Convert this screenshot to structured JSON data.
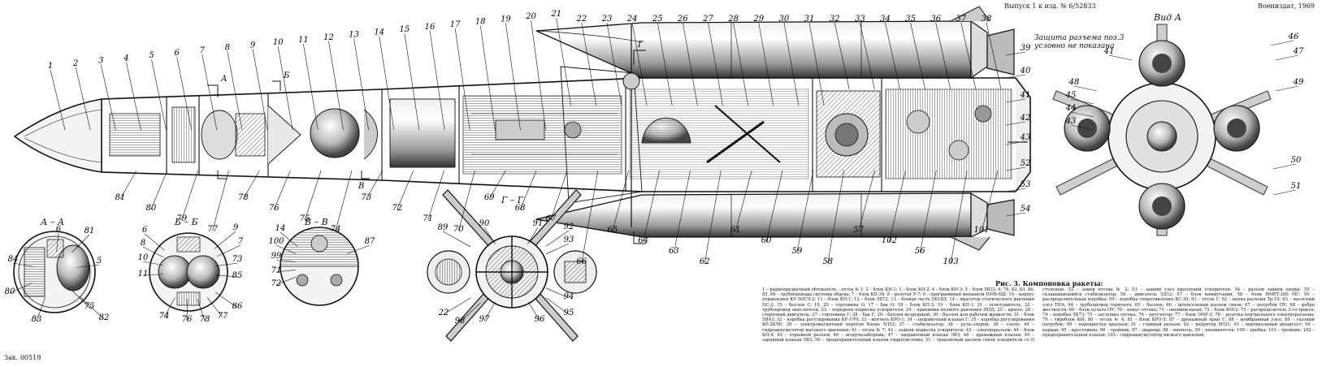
{
  "header": {
    "left": "Выпуск 1 к изд. № 6/52833",
    "right": "Воениздат, 1969"
  },
  "views": {
    "view_a": "Вид А",
    "section_aa": "А – А",
    "section_bb": "Б – Б",
    "section_vv": "В – В",
    "section_gg": "Г – Г"
  },
  "section_marks": [
    "А",
    "Б",
    "В",
    "Г"
  ],
  "note_lines": [
    "Защита разъема поз.3",
    "условно не показана"
  ],
  "caption": {
    "title": "Рис. 3. Компоновка ракеты:",
    "legend": "1 – радиопрозрачный обтекатель – отсек № 1; 2 – блок КН-1; 3 – блок КН-2; 4 – блок КН-3; 5 – блок 5В32; 6, 76, 82, 83, 84, 85, 86 – трубопроводы системы обдува; 7 – блок КП-34; 8 – реостат Р-7; 9 – программный механизм ПМБ-6Ш; 10 – корпус управления КУ-5ОСЧ-2; 11 – блок КН-1; 12 – блок 5Б72; 13 – боевая часть 5Б18Д; 14 – прасетор статического давления ПС-2; 15 – баллон С; 16, 20 – горловина О; 17 – бак О; 18 – блок КП-2; 19 – блок КП-1; 21 – огнетушитель; 22 – трубопровод окислителя; 23 – передняя подвеска ускорителя; 24 – приемник полного давления ППД; 25 – крыло; 26 – стартовый двигатель; 27 – горловина Г; 28 – бак Г; 29 – баллон воздушный; 30 – баллон для рабочей жидкости; 31 – блок 5Н43; 32 – коробка регулирования КР-1ЧЧ; 33 – вентиль КРО-1; 34 – заправочный клапан Г; 35 – коробка регулирования КР-2КЧЕ; 36 – электромагнитный перегон блока 5П53; 37 – стабилизатор; 38 – руль-элерон; 39 – сопло; 40 – гидроаккумулятор высокого давления; 41 – отсек № 7; 42 – задняя подвеска ускорителя; 43 – электроразъем; 44 – блок КП-4; 45 – отрывной разъем; 46 – воздухозаборник; 47 – заправочный клапан ЭВЗ; 48 – дренажный клапан; 49 – зарядный клапан 5ВЗ; 50 – предохранительный клапан гидросистемы; 51 – транзитный разъем связи ускорителя со II ступенью; 52 – замок отсека № 2; 53 – задний узел крепления ускорителя; 54 – разъем задней опоры; 55 – складывающийся стабилизатор; 56 – двигатель 5Д12; 57 – блок коммутации; 58 – блок НМРТ-200 МГ; 59 – распределительная коробка; 60 – коробка сопротивления КС-30; 61 – отсек Г; 62 – вилка разъема Тр-10; 63 – насосный узел ТНА; 64 – трубопровод горючего; 65 – баллон; 66 – штепсельный разъем связи; 67 – патрубок ПУ; 68 – ребро жесткости; 69 – блок пульта ПУ; 70 – конус отсека; 71 – пневмоклапан; 72 – блок КМ-2; 73 – распределитель 2-го тракта; 74 – коробка 5Б73; 75 – заглушка отсека; 76 – регулятор; 77 – блок ЭМР-2; 78 – розетка контрольного электроразъема; 79 – гироблок КИ; 80 – отсек № 4; 81 – блок КРО-5; 87 – дренажный кран Г; 88 – мембранный узел; 89 – газовый патрубок; 90 – перекрестье крыльев; 91 – главный разъем; 92 – редуктор 5Н31; 93 – вертикальный шпангоут; 94 – кардан; 95 – крестовина; 96 – тройник; 97 – шарнир; 98 – ниппель; 99 – пневмоотсек; 100 – пробка; 101 – тройник; 102 – предохранительный клапан; 103 – гидроаккумулятор низкого давления."
  },
  "footer": "Зак. 00519",
  "callouts": {
    "main_top": [
      "1",
      "2",
      "3",
      "4",
      "5",
      "6",
      "7",
      "8",
      "9",
      "10",
      "11",
      "12",
      "13",
      "14",
      "15",
      "16",
      "17",
      "18",
      "19",
      "20",
      "21",
      "22",
      "23",
      "24",
      "25",
      "26",
      "27",
      "28",
      "29",
      "30",
      "31",
      "32",
      "33",
      "34",
      "35",
      "36",
      "37",
      "38"
    ],
    "main_right": [
      "39",
      "40",
      "41",
      "42",
      "43",
      "52",
      "53",
      "54"
    ],
    "main_bottom": [
      "81",
      "80",
      "79",
      "77",
      "78",
      "76",
      "75",
      "74",
      "73",
      "72",
      "71",
      "70",
      "69",
      "68",
      "67",
      "66",
      "65",
      "64",
      "63",
      "62",
      "61",
      "60",
      "59",
      "58",
      "57",
      "102",
      "56",
      "103",
      "101"
    ],
    "view_a": [
      "41",
      "48",
      "45",
      "44",
      "46",
      "47",
      "49",
      "43",
      "50",
      "51"
    ],
    "section_aa": [
      "6",
      "81",
      "84",
      "5",
      "80",
      "83",
      "75",
      "82"
    ],
    "section_bb": [
      "6",
      "8",
      "9",
      "7",
      "10",
      "73",
      "11",
      "85",
      "86",
      "74",
      "76",
      "78",
      "77"
    ],
    "section_vv": [
      "14",
      "100",
      "99",
      "71",
      "72",
      "87"
    ],
    "section_gg": [
      "89",
      "90",
      "91",
      "92",
      "93",
      "94",
      "95",
      "96",
      "97",
      "98",
      "22"
    ]
  }
}
